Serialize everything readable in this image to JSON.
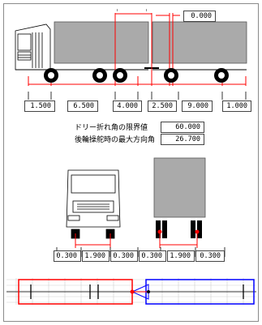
{
  "top_value": "0.000",
  "dims_row1": [
    "1.500",
    "6.500",
    "4.000",
    "2.500",
    "9.000",
    "1.000"
  ],
  "params": [
    {
      "label": "ドリー折れ角の限界値",
      "value": "60.000"
    },
    {
      "label": "後輪操舵時の最大方向角",
      "value": "26.700"
    }
  ],
  "dims_row2": [
    "0.300",
    "1.900",
    "0.300",
    "0.300",
    "1.900",
    "0.300"
  ],
  "colors": {
    "red": "#ff0000",
    "blue": "#0000ff",
    "truck_body": "#a9a9a9",
    "tire": "#000000"
  }
}
